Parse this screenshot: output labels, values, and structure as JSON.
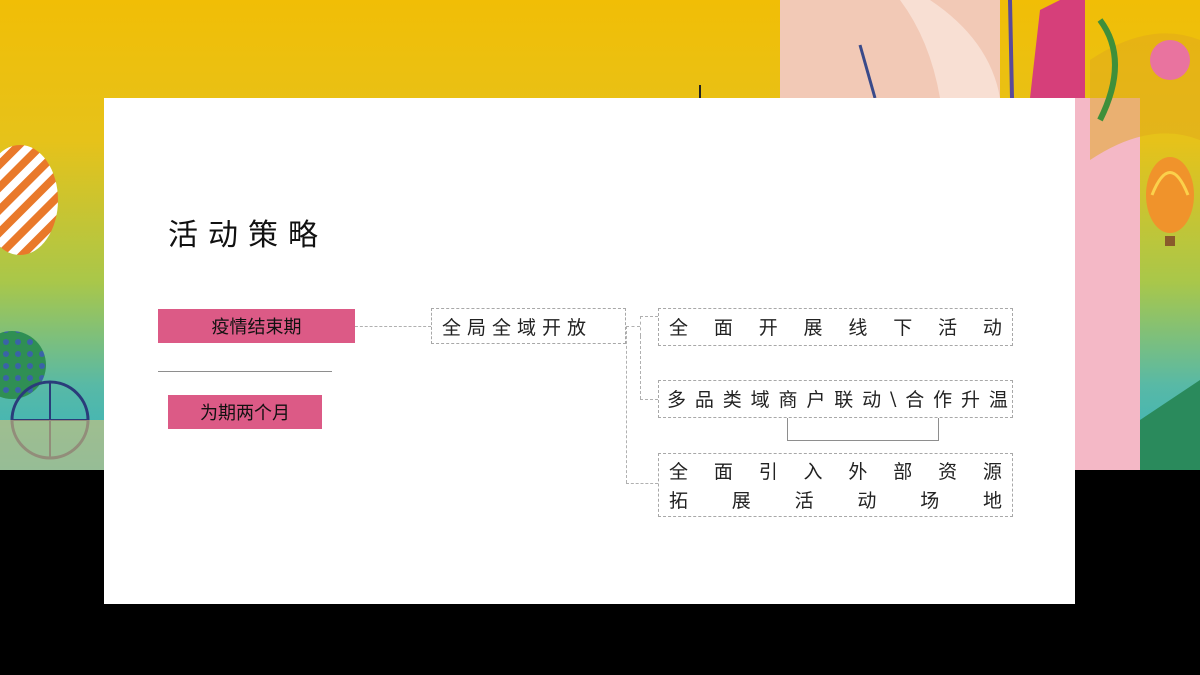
{
  "slide": {
    "title": "活动策略",
    "period_phase": "疫情结束期",
    "duration": "为期两个月",
    "root_node": "全局全域开放",
    "branches": [
      {
        "lines": [
          [
            "全",
            "面",
            "开",
            "展",
            "线",
            "下",
            "活",
            "动"
          ]
        ]
      },
      {
        "lines": [
          [
            "多",
            "品",
            "类",
            "域",
            "商",
            "户",
            "联",
            "动",
            "\\",
            "合",
            "作",
            "升",
            "温"
          ]
        ]
      },
      {
        "lines": [
          [
            "全",
            "面",
            "引",
            "入",
            "外",
            "部",
            "资",
            "源"
          ],
          [
            "拓",
            "展",
            "活",
            "动",
            "场",
            "地"
          ]
        ]
      }
    ]
  },
  "colors": {
    "accent_pink": "#dc5a86",
    "background_yellow": "#f1be06",
    "background_teal": "#33b3c0"
  }
}
